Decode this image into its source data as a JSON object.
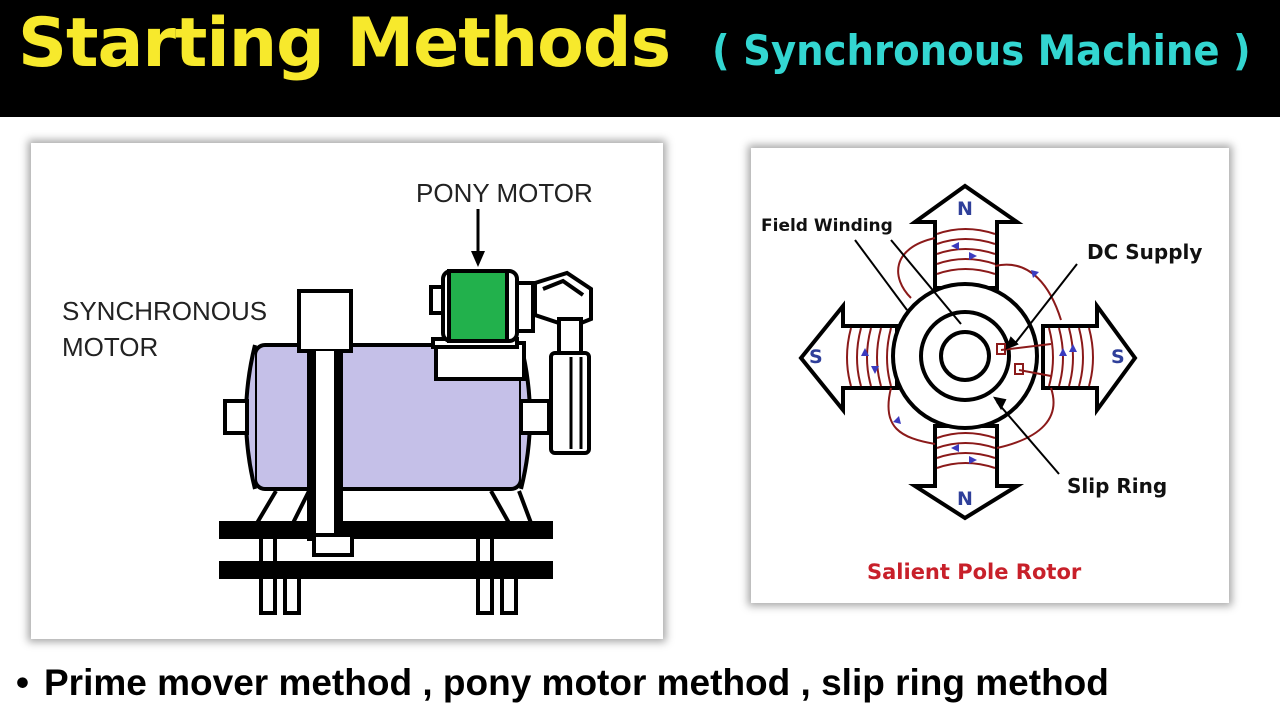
{
  "header": {
    "title": "Starting Methods",
    "subtitle": "( Synchronous Machine )"
  },
  "left_diagram": {
    "pony_motor_label": "PONY MOTOR",
    "synchronous_motor_label_line1": "SYNCHRONOUS",
    "synchronous_motor_label_line2": "MOTOR"
  },
  "right_diagram": {
    "field_winding_label": "Field Winding",
    "dc_supply_label": "DC Supply",
    "slip_ring_label": "Slip Ring",
    "pole_top": "N",
    "pole_bottom": "N",
    "pole_left": "S",
    "pole_right": "S",
    "caption": "Salient Pole Rotor"
  },
  "bullet": {
    "marker": "•",
    "text": "Prime mover method , pony motor method , slip ring method"
  },
  "colors": {
    "header_bg": "#000000",
    "title": "#f7e92c",
    "subtitle": "#33d6d1",
    "motor_body": "#c5c0e8",
    "pony_motor": "#22b14c",
    "winding": "#8b1a1a",
    "flux_arrows": "#3b3bbf",
    "caption": "#c8202a"
  }
}
